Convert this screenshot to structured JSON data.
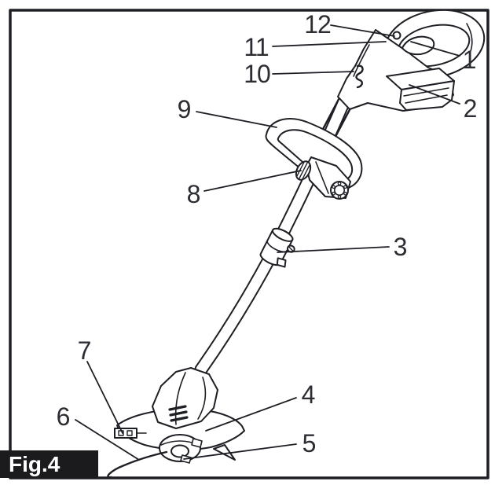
{
  "figure": {
    "label": "Fig.4"
  },
  "callouts": [
    {
      "num": "1"
    },
    {
      "num": "2"
    },
    {
      "num": "3"
    },
    {
      "num": "4"
    },
    {
      "num": "5"
    },
    {
      "num": "6"
    },
    {
      "num": "7"
    },
    {
      "num": "8"
    },
    {
      "num": "9"
    },
    {
      "num": "10"
    },
    {
      "num": "11"
    },
    {
      "num": "12"
    }
  ],
  "colors": {
    "line": "#1d1f24",
    "label_text": "#2b2d33",
    "badge_background": "#1b1b1d",
    "badge_text": "#ffffff",
    "background": "#ffffff"
  }
}
